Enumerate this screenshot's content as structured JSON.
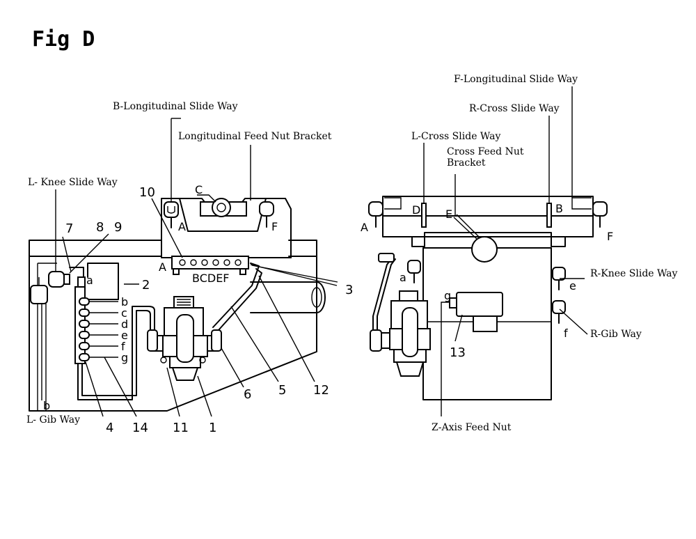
{
  "title": "Fig D",
  "left_view": {
    "labels": {
      "b_longitudinal": "B-Longitudinal Slide Way",
      "feed_nut_bracket": "Longitudinal Feed Nut Bracket",
      "l_knee": "L- Knee Slide Way",
      "l_gib": "L- Gib Way"
    },
    "numbers": {
      "n10": "10",
      "n7": "7",
      "n8": "8",
      "n9": "9",
      "n2": "2",
      "n3": "3",
      "n4": "4",
      "n14": "14",
      "n11": "11",
      "n1": "1",
      "n6": "6",
      "n5": "5",
      "n12": "12"
    },
    "letters": {
      "C": "C",
      "A_top": "A",
      "F_top": "F",
      "A_block": "A",
      "BCDEF": "BCDEF",
      "a": "a",
      "b": "b",
      "c": "c",
      "d": "d",
      "e": "e",
      "f": "f",
      "g": "g",
      "b_low": "b"
    }
  },
  "right_view": {
    "labels": {
      "f_longitudinal": "F-Longitudinal Slide Way",
      "r_cross": "R-Cross Slide Way",
      "l_cross": "L-Cross Slide Way",
      "cross_feed_1": "Cross Feed Nut",
      "cross_feed_2": "Bracket",
      "r_knee": "R-Knee Slide Way",
      "r_gib": "R-Gib Way",
      "z_axis": "Z-Axis Feed Nut"
    },
    "numbers": {
      "n13": "13"
    },
    "letters": {
      "A": "A",
      "D": "D",
      "E": "E",
      "B": "B",
      "F": "F",
      "a": "a",
      "g": "g",
      "e": "e",
      "f": "f"
    }
  }
}
